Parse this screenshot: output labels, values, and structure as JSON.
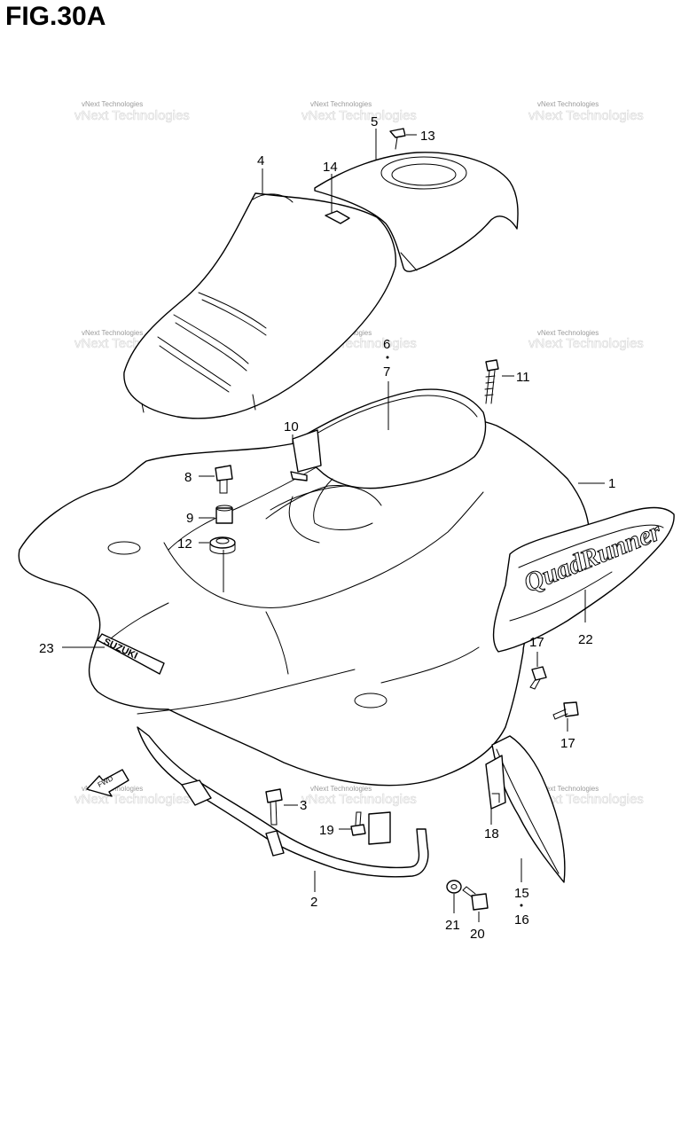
{
  "figure": {
    "title": "FIG.30A"
  },
  "watermark": {
    "text": "vNext Technologies"
  },
  "callouts": {
    "c1": "1",
    "c2": "2",
    "c3": "3",
    "c4": "4",
    "c5": "5",
    "c6": "6",
    "c7": "7",
    "c8": "8",
    "c9": "9",
    "c10": "10",
    "c11": "11",
    "c12": "12",
    "c13": "13",
    "c14": "14",
    "c15": "15",
    "c16": "16",
    "c17a": "17",
    "c17b": "17",
    "c18": "18",
    "c19": "19",
    "c20": "20",
    "c21": "21",
    "c22": "22",
    "c23": "23"
  },
  "decals": {
    "brand": "SUZUKI",
    "model": "QuadRunner",
    "arrow": "FWD"
  }
}
